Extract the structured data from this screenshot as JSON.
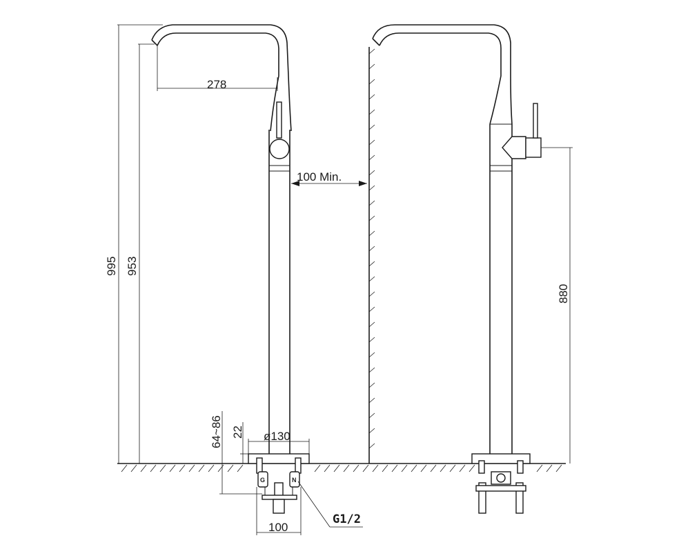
{
  "diagram": {
    "front_view": {
      "dim_spout_reach": "278",
      "dim_total_height": "995",
      "dim_outlet_height": "953",
      "dim_wall_clearance": "100 Min.",
      "dim_base_diameter": "ø130",
      "dim_base_thickness": "22",
      "dim_underfloor_range": "64~86",
      "dim_connection_spacing": "100",
      "thread_callout": "G1/2",
      "inlet_left_mark": "G",
      "inlet_right_mark": "N"
    },
    "side_view": {
      "dim_handle_height": "880"
    }
  }
}
